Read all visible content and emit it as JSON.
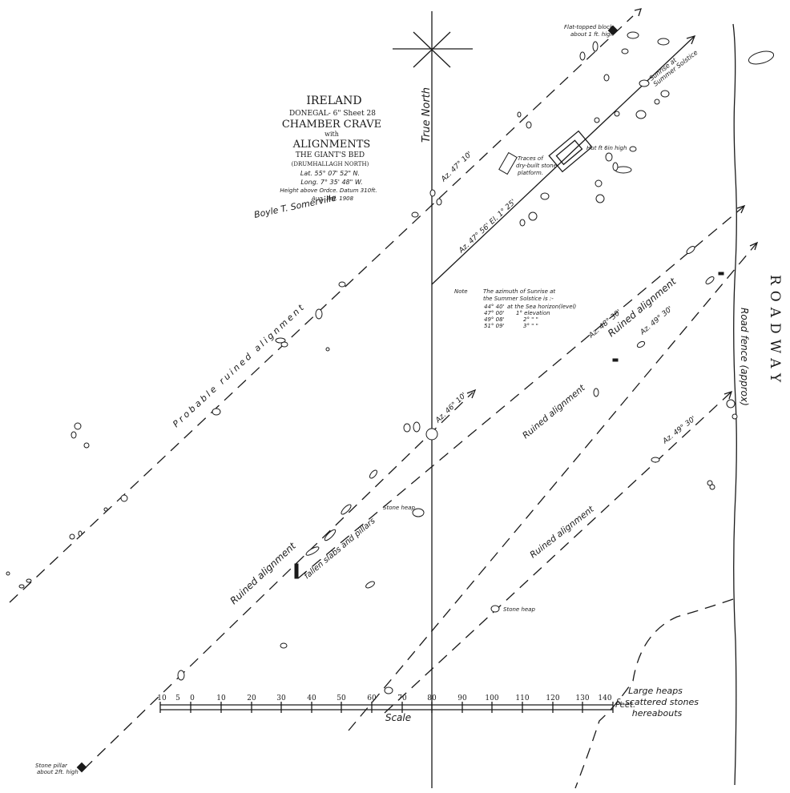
{
  "title": {
    "country": "IRELAND",
    "sheet": "DONEGAL- 6\" Sheet 28",
    "l1": "CHAMBER CRAVE",
    "l2": "with",
    "l3": "ALIGNMENTS",
    "site": "THE GIANT'S BED",
    "townland": "(DRUMHALLAGH NORTH)",
    "lat": "Lat. 55° 07' 52\" N.",
    "long": "Long. 7° 35' 48\" W.",
    "height": "Height above Ordce. Datum 310ft.",
    "date": "Aug. 3rd. 1908",
    "signature": "Boyle T. Somerville"
  },
  "note": {
    "label": "Note",
    "line1": "The azimuth of Sunrise at",
    "line2": "the Summer Solstice is :-",
    "rows": [
      {
        "az": "44° 40'",
        "desc": "at the Sea horizon(level)"
      },
      {
        "az": "47° 00'",
        "desc": "1° elevation"
      },
      {
        "az": "49° 08'",
        "desc": "2°  \"  \""
      },
      {
        "az": "51° 09'",
        "desc": "3°  \"  \""
      }
    ]
  },
  "labels": {
    "true_north": "True North",
    "roadway": "ROADWAY",
    "road_fence": "Road fence (approx)",
    "probable": "Probable ruined alignment",
    "ruined1": "Ruined alignment",
    "ruined2": "Ruined alignment",
    "ruined3": "Ruined alignment",
    "ruined4": "Ruined alignment",
    "fallen": "fallen slabs and pillars",
    "stone_heap1": "Stone heap",
    "stone_heap2": "Stone heap",
    "traces1": "Traces of",
    "traces2": "dry-built stone",
    "traces3": "platform.",
    "hut": "Hut ft 6in high",
    "flat1": "Flat-topped block",
    "flat2": "about 1 ft. high",
    "sunrise1": "Sunrise at",
    "sunrise2": "Summer Solstice",
    "pillar1": "Stone pillar",
    "pillar2": "about 2ft. high",
    "large1": "Large heaps",
    "large2": "& scattered stones",
    "large3": "hereabouts",
    "az_47_10": "Az. 47° 10'",
    "az_47_56": "Az. 47° 56' El. 1° 25'",
    "az_46_10": "Az. 46° 10'",
    "az_48_30": "Az. 48° 30'",
    "az_49_30a": "Az. 49° 30'",
    "az_49_30b": "Az. 49° 30'"
  },
  "scale": {
    "ticks": [
      "10",
      "5",
      "0",
      "10",
      "20",
      "30",
      "40",
      "50",
      "60",
      "70",
      "80",
      "90",
      "100",
      "110",
      "120",
      "130",
      "140"
    ],
    "unit": "Feet.",
    "label": "Scale"
  }
}
